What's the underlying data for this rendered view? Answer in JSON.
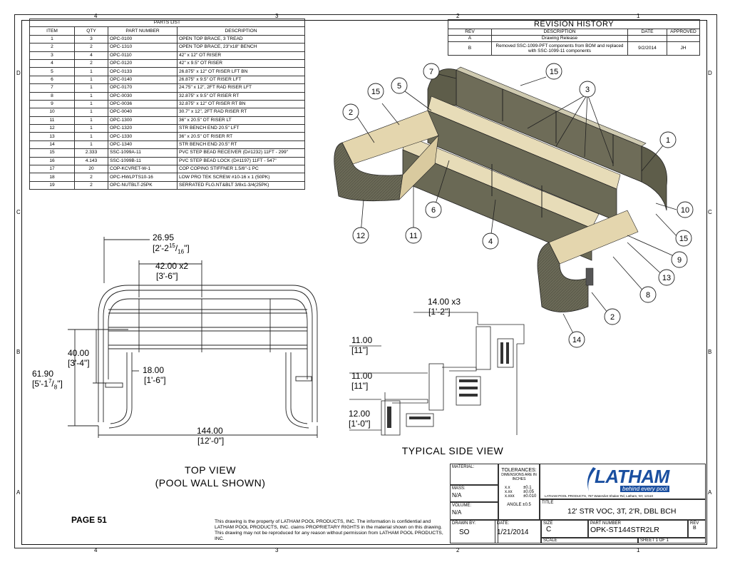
{
  "parts_list": {
    "title": "PARTS LIST",
    "headers": [
      "ITEM",
      "QTY",
      "PART NUMBER",
      "DESCRIPTION"
    ],
    "rows": [
      [
        "1",
        "3",
        "OPC-0100",
        "OPEN TOP BRACE, 3 TREAD"
      ],
      [
        "2",
        "2",
        "OPC-1310",
        "OPEN TOP BRACE, 23\"x18\" BENCH"
      ],
      [
        "3",
        "4",
        "OPC-0110",
        "42\" x 12\" OT RISER"
      ],
      [
        "4",
        "2",
        "OPC-0120",
        "42\" x 9.5\" OT RISER"
      ],
      [
        "5",
        "1",
        "OPC-0133",
        "26.875\" x 12\" OT RISER LFT BN"
      ],
      [
        "6",
        "1",
        "OPC-0140",
        "26.875\" x 9.5\" OT RISER LFT"
      ],
      [
        "7",
        "1",
        "OPC-0170",
        "24.75\" x 12\", 2FT RAD RISER LFT"
      ],
      [
        "8",
        "1",
        "OPC-0030",
        "32.875\" x 9.5\" OT RISER RT"
      ],
      [
        "9",
        "1",
        "OPC-0036",
        "32.875\" x 12\" OT RISER RT BN"
      ],
      [
        "10",
        "1",
        "OPC-0040",
        "30.7\" x 12\", 2FT RAD RISER RT"
      ],
      [
        "11",
        "1",
        "OPC-1300",
        "36\" x 20.5\" OT RISER LT"
      ],
      [
        "12",
        "1",
        "OPC-1320",
        "STR BENCH END 20.5\" LFT"
      ],
      [
        "13",
        "1",
        "OPC-1330",
        "36\" x 20.5\" OT RISER RT"
      ],
      [
        "14",
        "1",
        "OPC-1340",
        "STR BENCH END 20.5\" RT"
      ],
      [
        "15",
        "2.333",
        "SSC-1099A-11",
        "PVC STEP BEAD RECEIVER (D#1232) 11FT - 299\""
      ],
      [
        "16",
        "4.143",
        "SSC-1099B-11",
        "PVC STEP BEAD LOCK (D#1197) 11FT - 547\""
      ],
      [
        "17",
        "20",
        "COP-KCVRET-W-1",
        "COP COPING STIFFNER 1.5/8\"-1 PC"
      ],
      [
        "18",
        "2",
        "OPC-HWLPTS10-16",
        "LOW PRO TEK SCREW #10-16 x 1 (50PK)"
      ],
      [
        "19",
        "2",
        "OPC-NUTBLT-25PK",
        "SERRATED FLG.NT&BLT 3/8x1-3/4(25PK)"
      ]
    ]
  },
  "revision_history": {
    "title": "REVISION HISTORY",
    "headers": [
      "REV",
      "DESCRIPTION",
      "DATE",
      "APPROVED"
    ],
    "rows": [
      [
        "A",
        "Drawing Release",
        "",
        ""
      ],
      [
        "B",
        "Removed SSC-1099-PFT components from BOM and replaced with SSC-1099-11 components",
        "9/2/2014",
        "JH"
      ]
    ]
  },
  "zones": {
    "top": [
      "4",
      "3",
      "2",
      "1"
    ],
    "side": [
      "D",
      "C",
      "B",
      "A"
    ]
  },
  "top_view": {
    "title_line1": "TOP VIEW",
    "title_line2": "(POOL WALL SHOWN)",
    "dims": {
      "d1": "26.95",
      "d1b": "[2'-2",
      "d1frac_n": "15",
      "d1frac_d": "16",
      "d1end": "\"]",
      "d2": "42.00  x2",
      "d2b": "[3'-6\"]",
      "d3": "40.00",
      "d3b": "[3'-4\"]",
      "d4": "18.00",
      "d4b": "[1'-6\"]",
      "d5": "61.90",
      "d5b": "[5'-1",
      "d5frac_n": "7",
      "d5frac_d": "8",
      "d5end": "\"]",
      "d6": "144.00",
      "d6b": "[12'-0\"]"
    }
  },
  "side_view": {
    "title": "TYPICAL SIDE VIEW",
    "dims": {
      "w": "14.00 x3",
      "wb": "[1'-2\"]",
      "h1": "11.00",
      "h1b": "[11\"]",
      "h2": "11.00",
      "h2b": "[11\"]",
      "h3": "12.00",
      "h3b": "[1'-0\"]"
    }
  },
  "balloons": [
    "7",
    "15",
    "5",
    "15",
    "3",
    "2",
    "1",
    "10",
    "15",
    "9",
    "13",
    "8",
    "2",
    "14",
    "6",
    "11",
    "12",
    "4"
  ],
  "page_label": "PAGE 51",
  "disclaimer": "This drawing is the property of LATHAM POOL PRODUCTS, INC. The information is confidential and LATHAM POOL PRODUCTS, INC. claims PROPRIETARY RIGHTS in the material shown on this drawing. This drawing may not be reproduced for any reason without permission from LATHAM POOL PRODUCTS, INC.",
  "title_block": {
    "material_label": "MATERIAL:",
    "mass_label": "MASS:",
    "mass_value": "N/A",
    "volume_label": "VOLUME:",
    "volume_value": "N/A",
    "drawn_by_label": "DRAWN BY:",
    "drawn_by_value": "SO",
    "tolerances_label": "TOLERANCES:",
    "tolerances_sub": "DIMENSIONS ARE IN INCHES",
    "tol_rows": [
      [
        "x.x",
        "±0.1"
      ],
      [
        "x.xx",
        "±0.05"
      ],
      [
        "x.xxx",
        "±0.010"
      ]
    ],
    "angle": "ANGLE  ±0.5",
    "date_label": "DATE:",
    "date_value": "1/21/2014",
    "size_label": "SIZE",
    "size_value": "C",
    "scale_label": "SCALE",
    "part_number_label": "PART NUMBER",
    "part_number_value": "OPK-ST144STR2LR",
    "rev_label": "REV",
    "rev_value": "B",
    "title_label": "TITLE",
    "title_value": "12' STR VOC, 3T, 2'R, DBL BCH",
    "sheet": "SHEET 1  OF 1",
    "logo_text": "LATHAM",
    "logo_tagline": "behind every pool",
    "company_line": "LATHAM POOL PRODUCTS, 787 Watervliet Shaker Rd, Latham, NY, 12110",
    "brand_color": "#1a4fa0"
  }
}
